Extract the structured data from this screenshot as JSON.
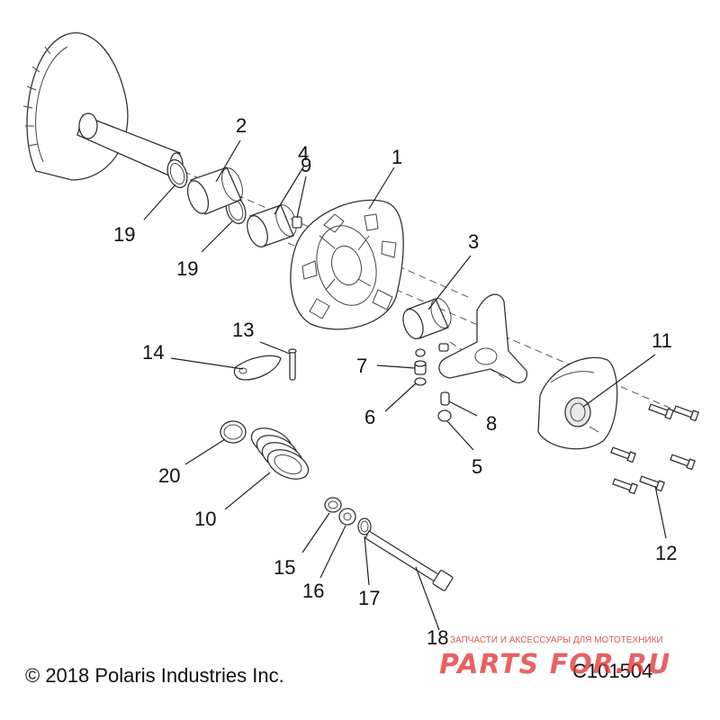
{
  "diagram": {
    "callouts": [
      {
        "id": "c1",
        "label": "1"
      },
      {
        "id": "c2",
        "label": "2"
      },
      {
        "id": "c3",
        "label": "3"
      },
      {
        "id": "c4",
        "label": "4"
      },
      {
        "id": "c5",
        "label": "5"
      },
      {
        "id": "c6",
        "label": "6"
      },
      {
        "id": "c7",
        "label": "7"
      },
      {
        "id": "c8",
        "label": "8"
      },
      {
        "id": "c9",
        "label": "9"
      },
      {
        "id": "c10",
        "label": "10"
      },
      {
        "id": "c11",
        "label": "11"
      },
      {
        "id": "c12",
        "label": "12"
      },
      {
        "id": "c13",
        "label": "13"
      },
      {
        "id": "c14",
        "label": "14"
      },
      {
        "id": "c15",
        "label": "15"
      },
      {
        "id": "c16",
        "label": "16"
      },
      {
        "id": "c17",
        "label": "17"
      },
      {
        "id": "c18",
        "label": "18"
      },
      {
        "id": "c19a",
        "label": "19"
      },
      {
        "id": "c19b",
        "label": "19"
      },
      {
        "id": "c20",
        "label": "20"
      }
    ],
    "copyright": "© 2018 Polaris Industries Inc.",
    "drawing_code": "C101504"
  },
  "watermark": {
    "tagline": "ЗАПЧАСТИ И АКСЕССУАРЫ ДЛЯ МОТОТЕХНИКИ",
    "brand": "PARTS FOR.RU"
  },
  "colors": {
    "line": "#333333",
    "watermark": "#e23b3b"
  }
}
